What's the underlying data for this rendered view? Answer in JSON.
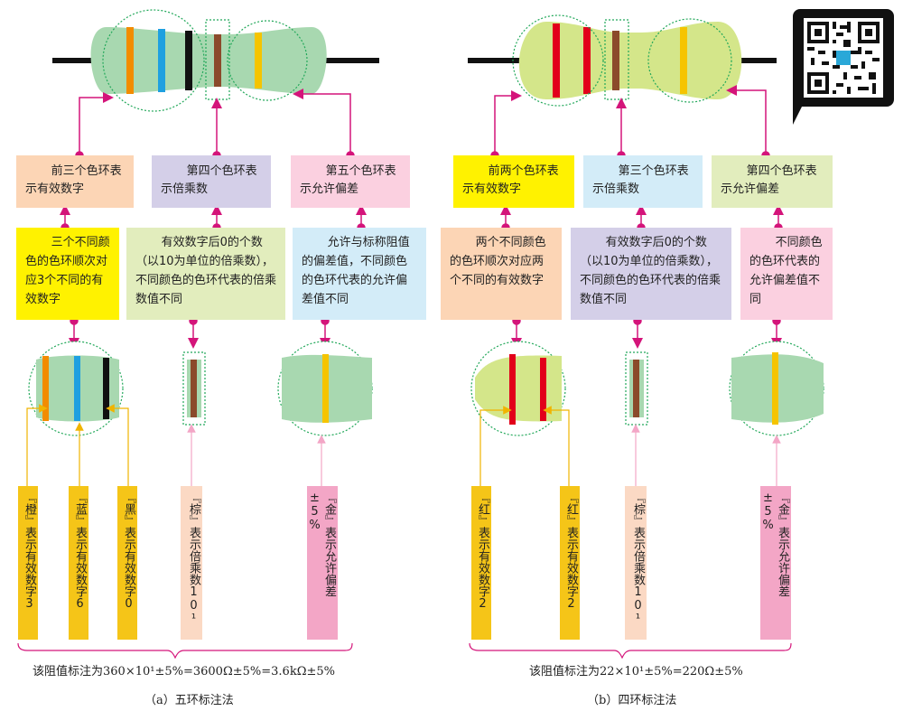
{
  "qr_code": {
    "icon": "qr-code-icon"
  },
  "panel_a": {
    "header_boxes": [
      {
        "text": "前三个色环表示有效数字",
        "bg": "#fcd5b5"
      },
      {
        "text": "第四个色环表示倍乘数",
        "bg": "#d4cfe8"
      },
      {
        "text": "第五个色环表示允许偏差",
        "bg": "#fbd0e0"
      }
    ],
    "desc_boxes": [
      {
        "text": "三个不同颜色的色环顺次对应3个不同的有效数字",
        "bg": "#fff200"
      },
      {
        "text": "有效数字后0的个数（以10为单位的倍乘数），不同颜色的色环代表的倍乘数值不同",
        "bg": "#e2edbd"
      },
      {
        "text": "允许与标称阻值的偏差值，不同颜色的色环代表的允许偏差值不同",
        "bg": "#d3ecf8"
      }
    ],
    "labels": [
      {
        "text": "『橙』表示有效数字3",
        "bg": "#f5c518"
      },
      {
        "text": "『蓝』表示有效数字6",
        "bg": "#f5c518"
      },
      {
        "text": "『黑』表示有效数字0",
        "bg": "#f5c518"
      },
      {
        "text": "『棕』表示倍乘数10¹",
        "bg": "#fbd9c4"
      },
      {
        "text": "『金』表示允许偏差±5%",
        "bg": "#f3a6c6"
      }
    ],
    "formula": "该阻值标注为360×10¹±5%=3600Ω±5%=3.6kΩ±5%",
    "caption": "（a）五环标注法"
  },
  "panel_b": {
    "header_boxes": [
      {
        "text": "前两个色环表示有效数字",
        "bg": "#fff200"
      },
      {
        "text": "第三个色环表示倍乘数",
        "bg": "#d3ecf8"
      },
      {
        "text": "第四个色环表示允许偏差",
        "bg": "#e2edbd"
      }
    ],
    "desc_boxes": [
      {
        "text": "两个不同颜色的色环顺次对应两个不同的有效数字",
        "bg": "#fcd5b5"
      },
      {
        "text": "有效数字后0的个数（以10为单位的倍乘数），不同颜色的色环代表的倍乘数值不同",
        "bg": "#d4cfe8"
      },
      {
        "text": "不同颜色的色环代表的允许偏差值不同",
        "bg": "#fbd0e0"
      }
    ],
    "labels": [
      {
        "text": "『红』表示有效数字2",
        "bg": "#f5c518"
      },
      {
        "text": "『红』表示有效数字2",
        "bg": "#f5c518"
      },
      {
        "text": "『棕』表示倍乘数10¹",
        "bg": "#fbd9c4"
      },
      {
        "text": "『金』表示允许偏差±5%",
        "bg": "#f3a6c6"
      }
    ],
    "formula": "该阻值标注为22×10¹±5%=220Ω±5%",
    "caption": "（b）四环标注法"
  },
  "colors": {
    "resistor_a_body": "#a8d8b0",
    "resistor_b_body": "#d4e68a",
    "arrow": "#d4147a",
    "leader_yellow": "#f0b400",
    "leader_pink": "#f3a6c6",
    "band_orange": "#f28c00",
    "band_blue": "#1ea0e0",
    "band_black": "#111111",
    "band_brown": "#8b4a2b",
    "band_gold": "#f5c400",
    "band_red": "#e2001a"
  }
}
